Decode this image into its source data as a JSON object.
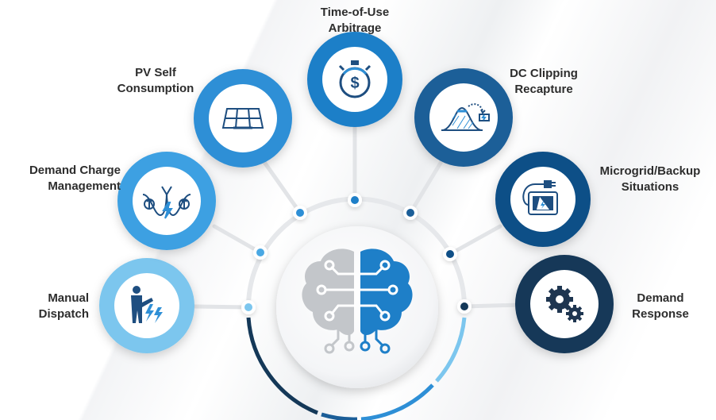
{
  "colors": {
    "light_blue": "#7cc6ee",
    "mid_blue": "#2e8fd6",
    "blue": "#1e7fc8",
    "dark_blue": "#0f4f87",
    "navy": "#143858",
    "connector": "#e2e4e7",
    "text": "#2d2d2d"
  },
  "center": {
    "icon": "brain-circuit-icon"
  },
  "nodes": [
    {
      "id": "manual-dispatch",
      "label": "Manual\nDispatch",
      "icon": "person-lightning-icon"
    },
    {
      "id": "demand-charge-management",
      "label": "Demand Charge\nManagement",
      "icon": "demand-waves-lightning-icon"
    },
    {
      "id": "pv-self-consumption",
      "label": "PV Self\nConsumption",
      "icon": "solar-panel-icon"
    },
    {
      "id": "time-of-use-arbitrage",
      "label": "Time-of-Use\nArbitrage",
      "icon": "stopwatch-dollar-icon"
    },
    {
      "id": "dc-clipping-recapture",
      "label": "DC Clipping\nRecapture",
      "icon": "curve-battery-icon"
    },
    {
      "id": "microgrid-backup",
      "label": "Microgrid/Backup\nSituations",
      "icon": "plug-power-box-icon"
    },
    {
      "id": "demand-response",
      "label": "Demand\nResponse",
      "icon": "gears-icon"
    }
  ]
}
